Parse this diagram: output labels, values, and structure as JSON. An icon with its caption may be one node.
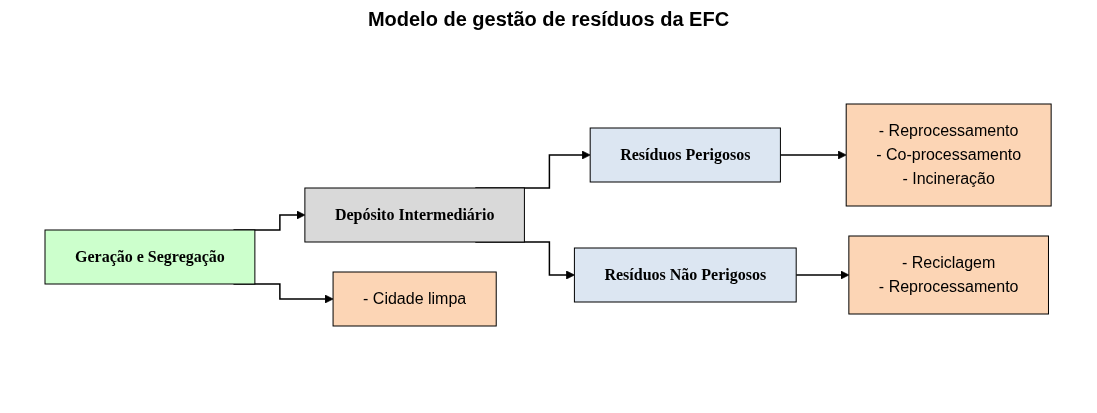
{
  "diagram": {
    "title": "Modelo de gestão de resíduos da EFC",
    "nodes": [
      {
        "text": [
          "Geração e Segregação"
        ]
      },
      {
        "text": [
          "Depósito Intermediário"
        ]
      },
      {
        "text": [
          "Resíduos Perigosos"
        ]
      },
      {
        "text": [
          "Resíduos Não Perigosos"
        ]
      },
      {
        "text": [
          "- Reprocessamento",
          "- Co-processamento",
          "- Incineração"
        ]
      },
      {
        "text": [
          "- Reciclagem",
          "- Reprocessamento"
        ]
      },
      {
        "text": [
          "- Cidade limpa"
        ]
      }
    ],
    "edges": [
      {
        "from": 0,
        "to": 1,
        "arrow": "to"
      },
      {
        "from": 1,
        "to": 2,
        "arrow": "to"
      },
      {
        "from": 1,
        "to": 3,
        "arrow": "to"
      },
      {
        "from": 2,
        "to": 4,
        "arrow": "to"
      },
      {
        "from": 3,
        "to": 5,
        "arrow": "to"
      },
      {
        "from": 0,
        "to": 6,
        "arrow": "to"
      }
    ]
  }
}
